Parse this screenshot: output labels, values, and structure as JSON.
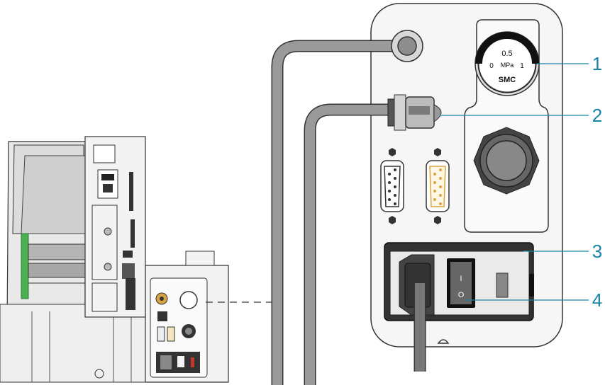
{
  "colors": {
    "accent": "#1a83a8",
    "panel": "#f6f6f6",
    "outline": "#333333",
    "cable": "#8d8d8d",
    "connector_gold": "#d9a441",
    "printer_green": "#4caf50"
  },
  "gauge": {
    "brand": "SMC",
    "top_value": "0.5",
    "min": "0",
    "max": "1",
    "unit": "MPa"
  },
  "callouts": [
    {
      "label": "1",
      "target": "pressure-gauge"
    },
    {
      "label": "2",
      "target": "valve-connector"
    },
    {
      "label": "3",
      "target": "power-module"
    },
    {
      "label": "4",
      "target": "power-switch"
    }
  ],
  "switch": {
    "on_symbol": "I",
    "off_symbol": "O"
  }
}
